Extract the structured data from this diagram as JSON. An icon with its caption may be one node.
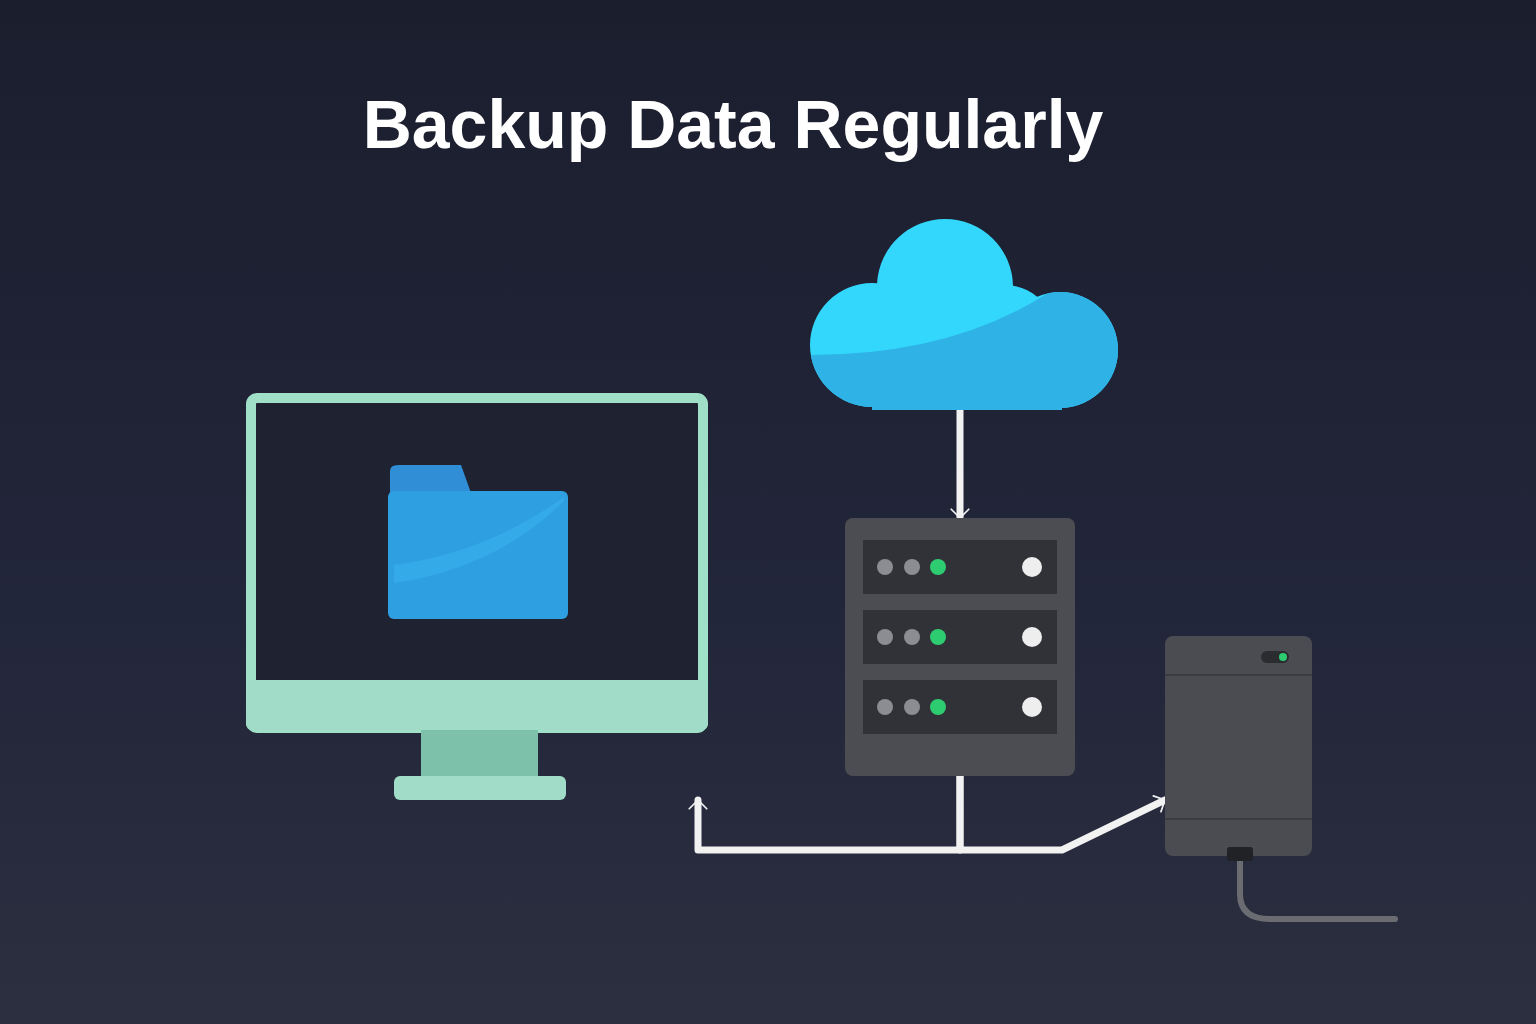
{
  "diagram": {
    "title": "Backup Data Regularly",
    "nodes": [
      {
        "text": [],
        "shape": "cloud"
      },
      {
        "text": [],
        "shape": "server"
      },
      {
        "text": [],
        "shape": "monitor"
      },
      {
        "text": [],
        "shape": "drive"
      }
    ],
    "edges": [
      {
        "from": 0,
        "to": 1,
        "arrow": "to"
      },
      {
        "from": 1,
        "to": 2,
        "arrow": "to"
      },
      {
        "from": 1,
        "to": 3,
        "arrow": "to"
      }
    ]
  }
}
